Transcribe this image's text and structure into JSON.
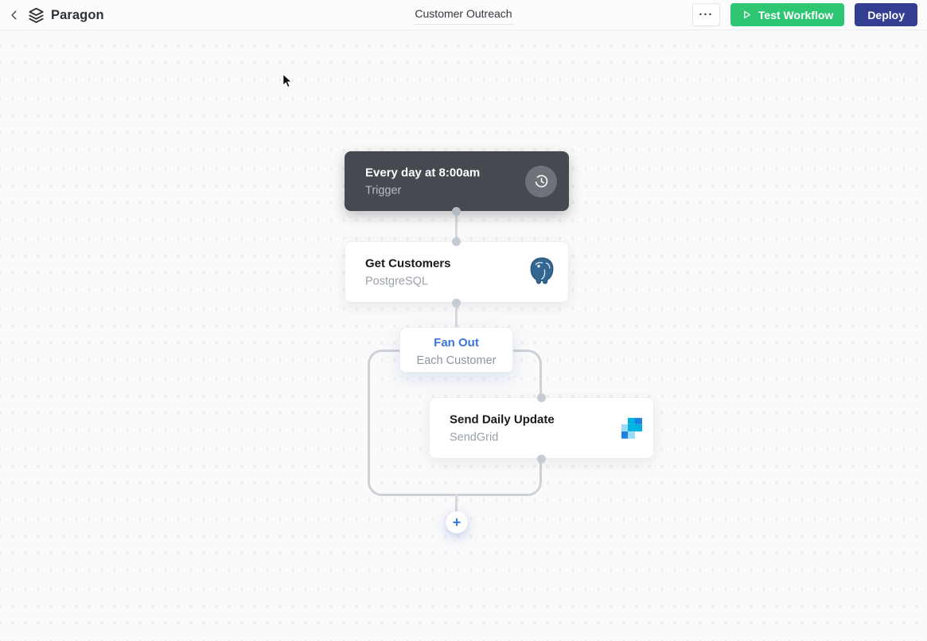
{
  "header": {
    "brand": "Paragon",
    "title": "Customer Outreach",
    "more_label": "···",
    "test_workflow_label": "Test Workflow",
    "deploy_label": "Deploy"
  },
  "workflow": {
    "trigger": {
      "title": "Every day at 8:00am",
      "subtitle": "Trigger",
      "icon": "clock-icon"
    },
    "steps": [
      {
        "title": "Get Customers",
        "subtitle": "PostgreSQL",
        "icon": "postgresql-icon"
      },
      {
        "title": "Fan Out",
        "subtitle": "Each Customer",
        "icon": "none"
      },
      {
        "title": "Send Daily Update",
        "subtitle": "SendGrid",
        "icon": "sendgrid-icon"
      }
    ],
    "add_label": "+"
  },
  "colors": {
    "accent_green": "#2ec573",
    "deploy_indigo": "#333e92",
    "fanout_blue": "#3b76e0",
    "trigger_dark": "#46494f",
    "postgres_blue": "#336791",
    "sendgrid_blue": "#1a82e2",
    "sendgrid_cyan": "#00b2e3",
    "sendgrid_light": "#9bdcf5",
    "connector_gray": "#d6dade"
  }
}
